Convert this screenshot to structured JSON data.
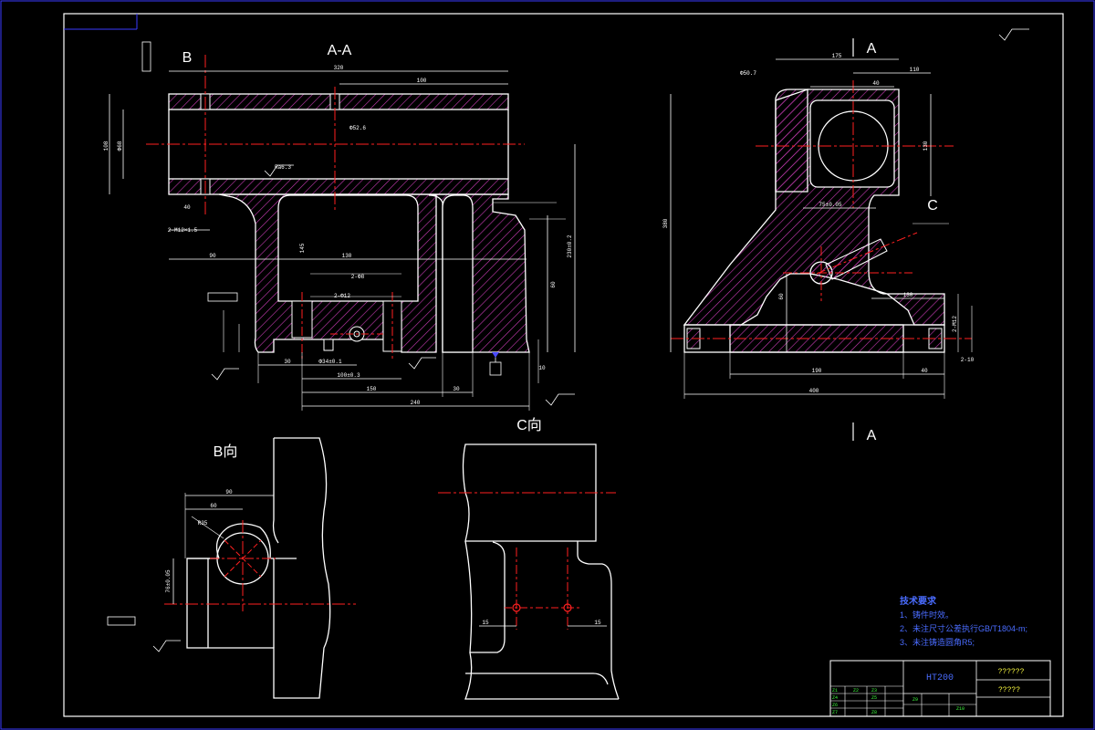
{
  "colors": {
    "background": "#000000",
    "frame": "#3a3aff",
    "outline": "#ffffff",
    "hatch": "#c83cb4",
    "center": "#ff2020",
    "dimension": "#4a4aff",
    "text_yellow": "#ffff40",
    "text_green": "#40ff40",
    "text_blue": "#4a6cff"
  },
  "views": {
    "section_aa": "A-A",
    "label_b": "B",
    "label_a_top": "A",
    "label_a_bottom": "A",
    "label_c": "C",
    "view_b": "B向",
    "view_c": "C向"
  },
  "dimensions": {
    "top_overall": "320",
    "top_inner": "100",
    "bore_dia": "Φ52.6",
    "left_height": "108",
    "left_dia": "Φ68",
    "left_small": "40",
    "hole_spec": "2-M12×1.5",
    "len_90": "90",
    "len_130": "130",
    "h_145": "145",
    "right_h": "230±0.2",
    "h_60": "60",
    "d2_8": "2-Φ8",
    "d2_12": "2-Φ12",
    "b_30": "30",
    "b_phi": "Φ34±0.1",
    "b_100": "100±0.3",
    "b_150": "150",
    "b_30b": "30",
    "b_240": "240",
    "r_10": "10",
    "v_175": "175",
    "v_110": "110",
    "v_40": "40",
    "v_phi50": "Φ50.7",
    "v_130": "130",
    "v_75": "75±0.05",
    "v_380": "380",
    "v_60": "60",
    "v_130b": "130",
    "v_400": "400",
    "v_190": "190",
    "v_40b": "40",
    "v_h12": "2-M12",
    "v_2_10": "2-10",
    "bv_90": "90",
    "bv_60": "60",
    "bv_r": "R35",
    "bv_76": "76±0.05",
    "cv_15a": "15",
    "cv_15b": "15",
    "rough_top": "Ra6.3"
  },
  "tech_req": {
    "title": "技术要求",
    "line1": "1、铸件时效。",
    "line2": "2、未注尺寸公差执行GB/T1804-m;",
    "line3": "3、未注铸造圆角R5;"
  },
  "title_block": {
    "material": "HT200",
    "name_top": "??????",
    "name_bottom": "?????",
    "cells": [
      "Z1",
      "Z2",
      "Z3",
      "Z4",
      "Z5",
      "Z6",
      "Z7",
      "Z8",
      "Z9",
      "Z10"
    ]
  }
}
